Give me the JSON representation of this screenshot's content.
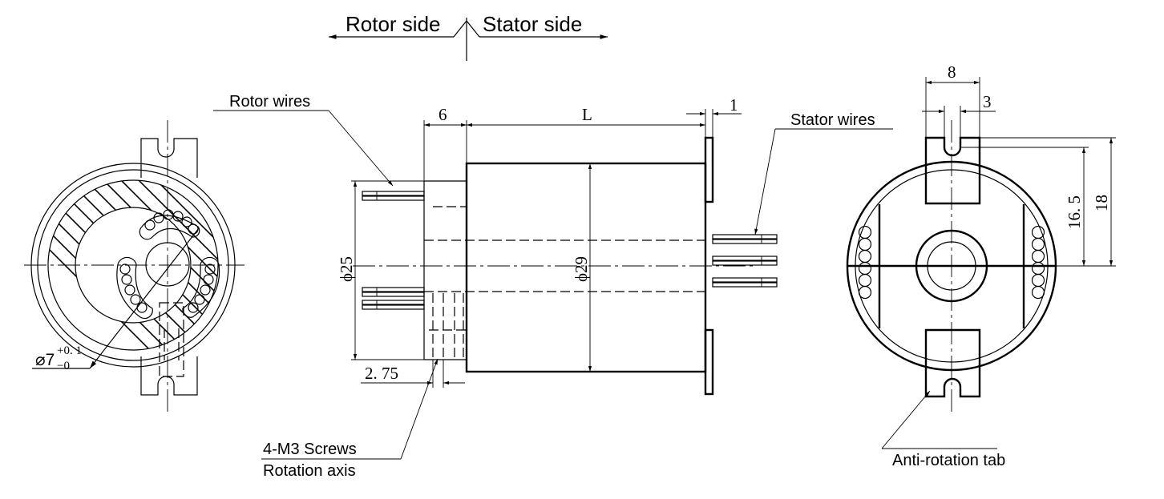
{
  "direction": {
    "rotor_side": "Rotor side",
    "stator_side": "Stator side"
  },
  "labels": {
    "rotor_wires": "Rotor wires",
    "stator_wires": "Stator wires",
    "screws": "4-M3 Screws",
    "rotation_axis": "Rotation axis",
    "anti_rotation_tab": "Anti-rotation tab"
  },
  "dimensions": {
    "hole_diameter": "⌀7",
    "hole_tol_upper": "+0. 1",
    "hole_tol_lower": "−0",
    "rotor_length": "6",
    "body_length": "L",
    "flange_thickness": "1",
    "rotor_diameter": "ϕ25",
    "body_diameter": "ϕ29",
    "screw_offset": "2. 75",
    "tab_width": "8",
    "slot_width": "3",
    "tab_height_inner": "16. 5",
    "tab_height_outer": "18"
  }
}
